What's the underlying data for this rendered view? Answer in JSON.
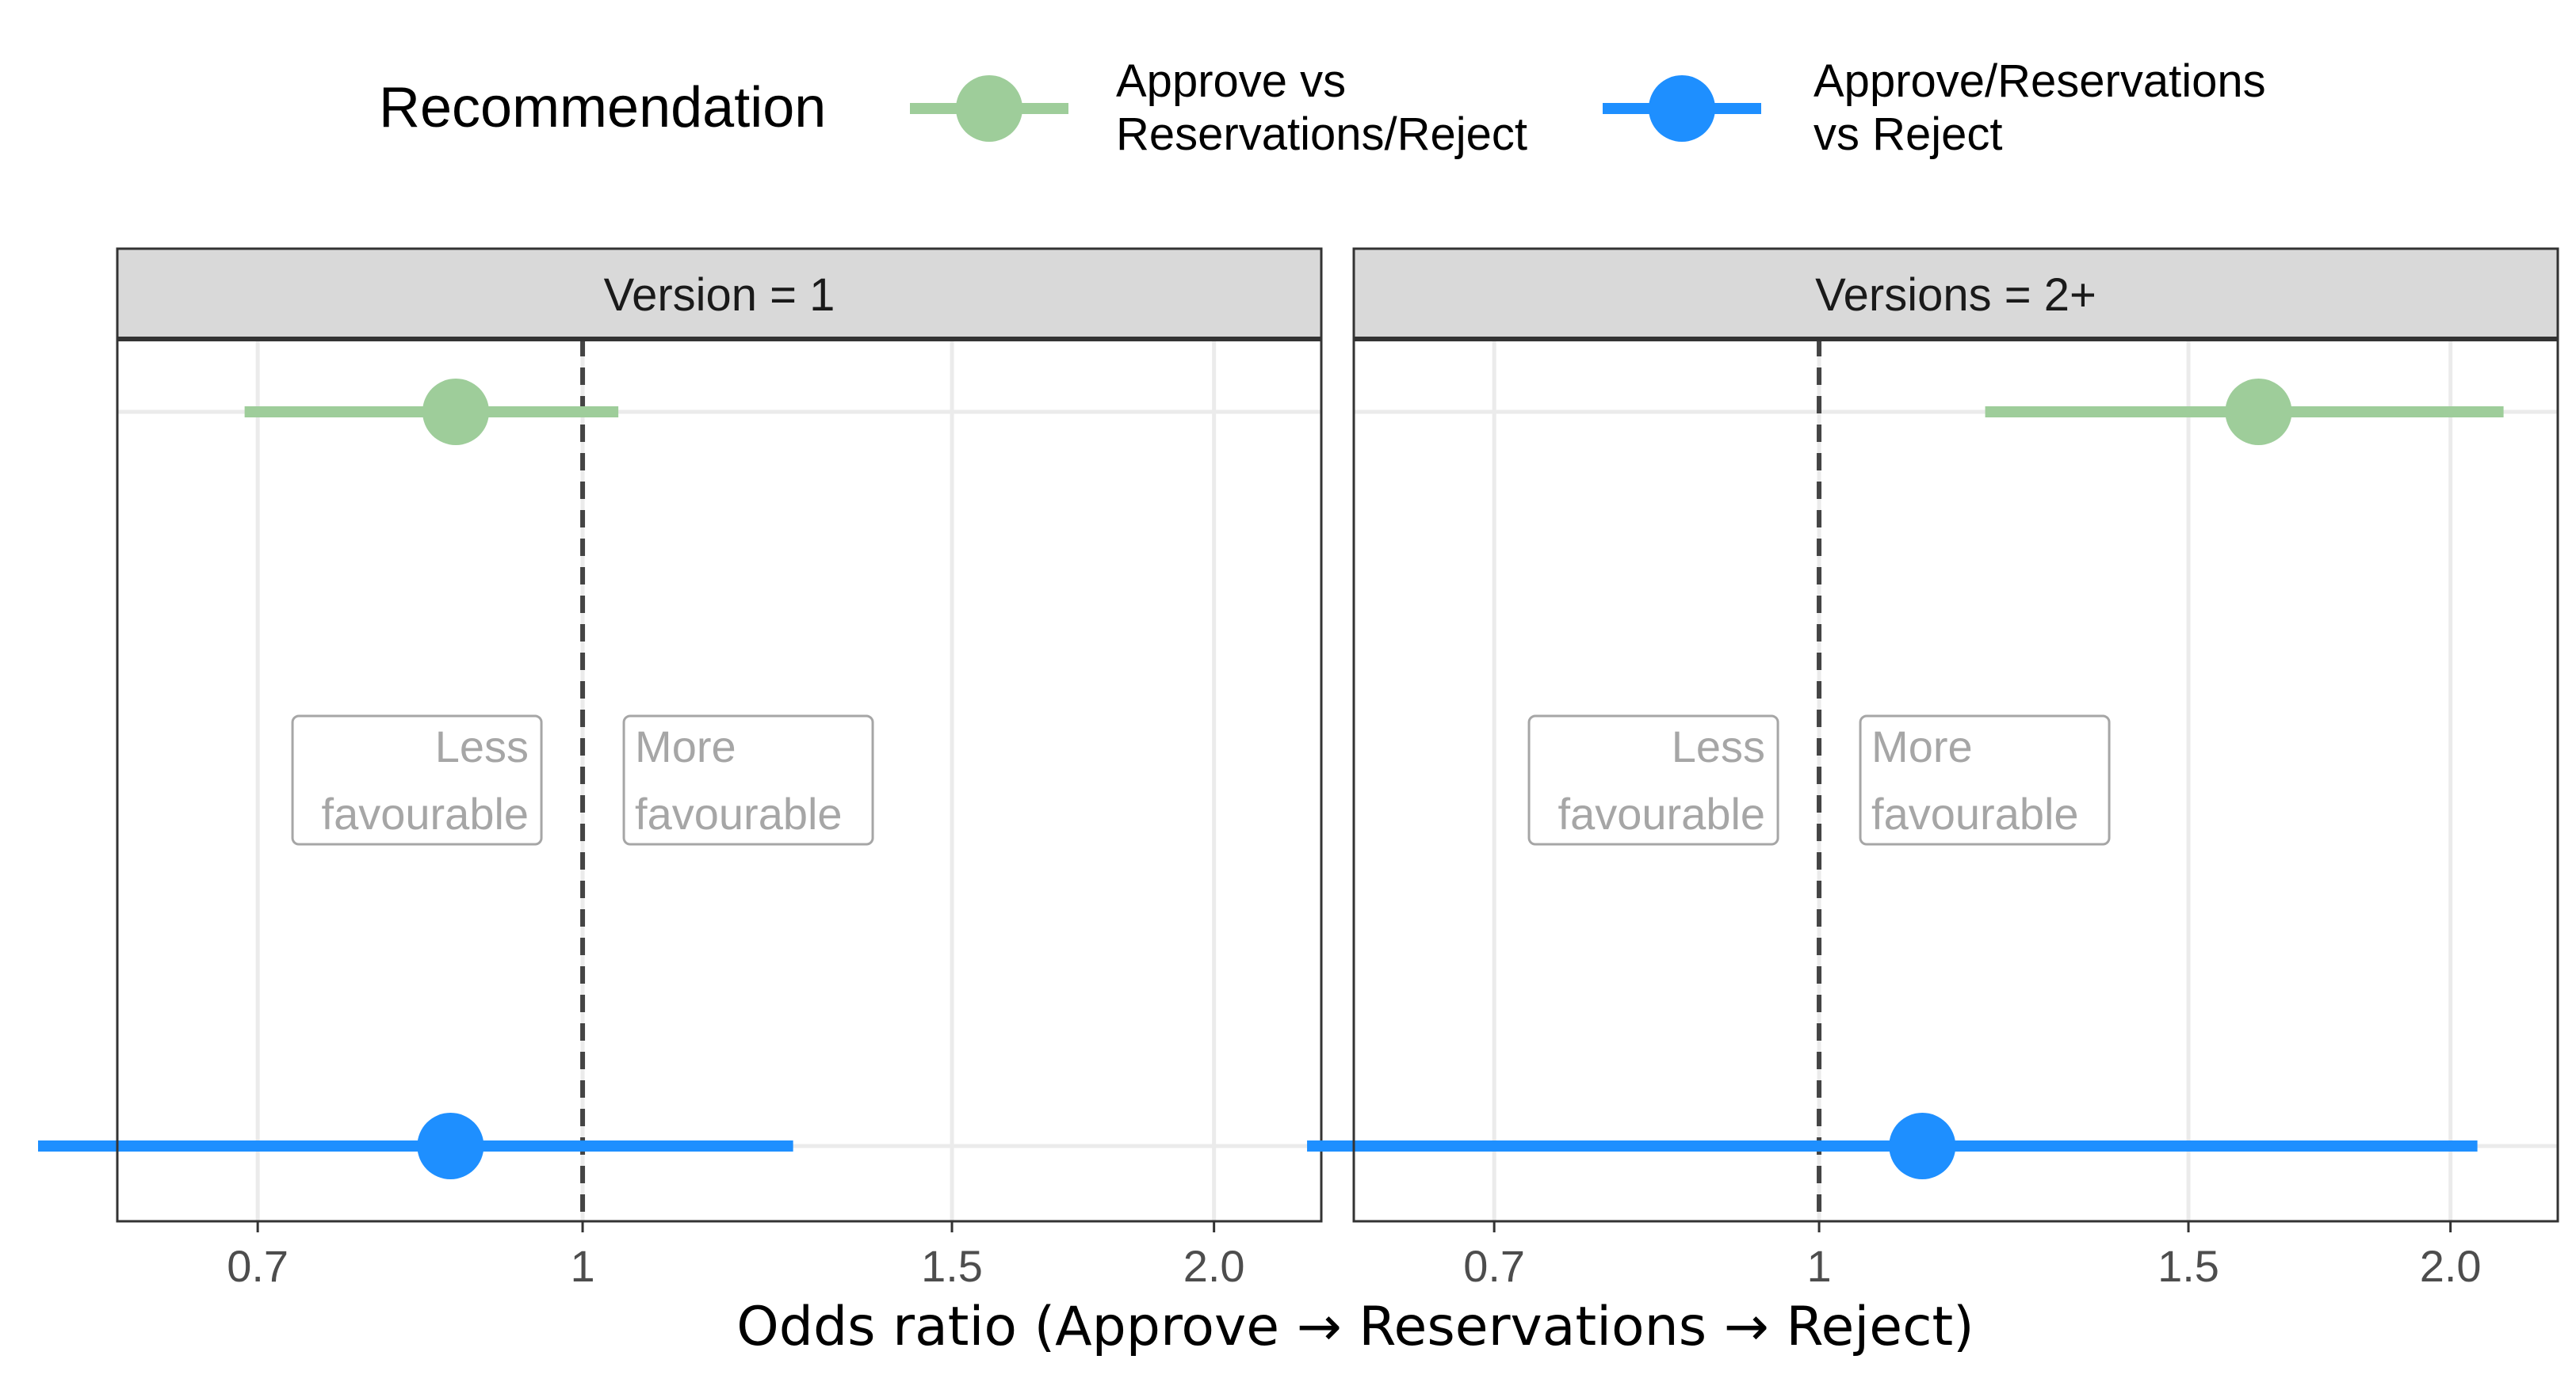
{
  "legend": {
    "title": "Recommendation",
    "items": [
      {
        "label_lines": [
          "Approve vs",
          "Reservations/Reject"
        ],
        "color": "#9ecd9a"
      },
      {
        "label_lines": [
          "Approve/Reservations",
          "vs Reject"
        ],
        "color": "#1e8fff"
      }
    ]
  },
  "annotations": {
    "less": [
      "Less",
      "favourable"
    ],
    "more": [
      "More",
      "favourable"
    ]
  },
  "chart_data": {
    "type": "forest",
    "x_scale": "log",
    "xlabel": "Odds ratio (Approve → Reservations → Reject)",
    "xlim": [
      0.6,
      2.25
    ],
    "x_ticks": [
      0.7,
      1.0,
      1.5,
      2.0
    ],
    "x_tick_labels": [
      "0.7",
      "1",
      "1.5",
      "2.0"
    ],
    "reference_line": 1.0,
    "grid": true,
    "legend_position": "top",
    "series": [
      {
        "name": "Approve vs Reservations/Reject",
        "color": "#9ecd9a"
      },
      {
        "name": "Approve/Reservations vs Reject",
        "color": "#1e8fff"
      }
    ],
    "panels": [
      {
        "title": "Version = 1",
        "estimates": [
          {
            "series": "Approve vs Reservations/Reject",
            "or": 0.87,
            "lower": 0.69,
            "upper": 1.04
          },
          {
            "series": "Approve/Reservations vs Reject",
            "or": 0.865,
            "lower": 0.55,
            "upper": 1.26
          }
        ]
      },
      {
        "title": "Versions = 2+",
        "estimates": [
          {
            "series": "Approve vs Reservations/Reject",
            "or": 1.62,
            "lower": 1.2,
            "upper": 2.12
          },
          {
            "series": "Approve/Reservations vs Reject",
            "or": 1.12,
            "lower": 0.57,
            "upper": 2.06
          }
        ]
      }
    ]
  }
}
